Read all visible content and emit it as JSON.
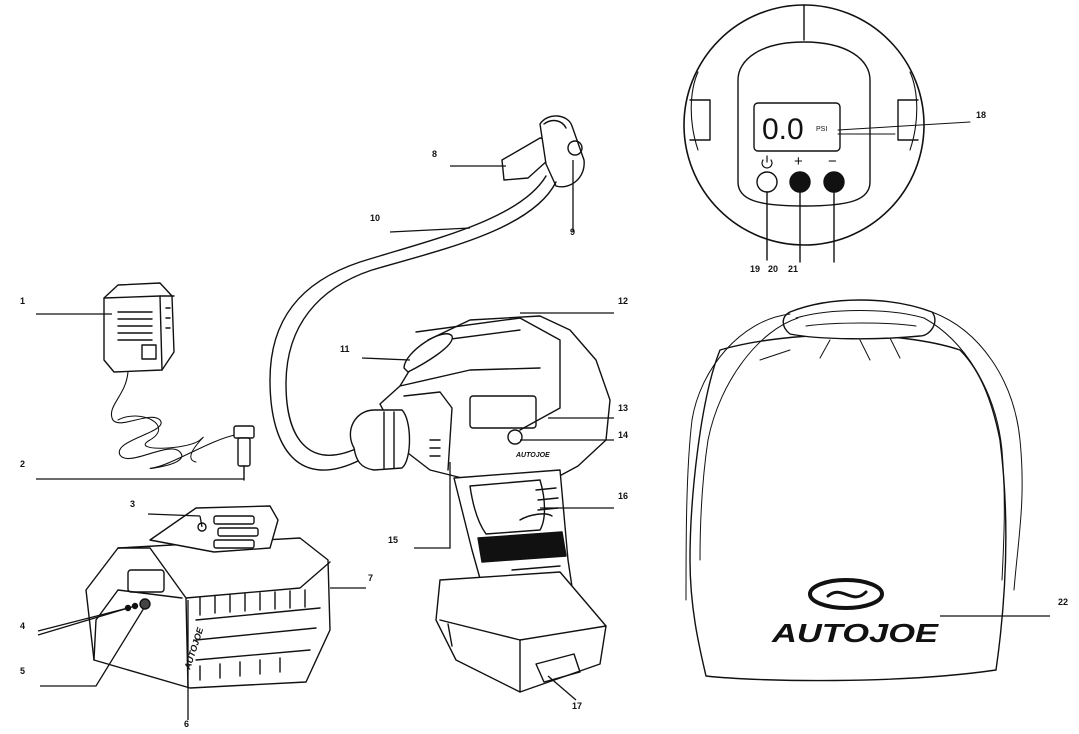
{
  "callouts": [
    "1",
    "2",
    "3",
    "4",
    "5",
    "6",
    "7",
    "8",
    "9",
    "10",
    "11",
    "12",
    "13",
    "14",
    "15",
    "16",
    "17",
    "18",
    "19",
    "20",
    "21",
    "22"
  ],
  "display": {
    "reading": "0.0",
    "unit": "PSI",
    "plus": "+",
    "minus": "−"
  },
  "brand": {
    "bag_logo": "AUTOJOE",
    "body_logo": "AUTOJOE",
    "battery_logo": "AUTOJOE"
  }
}
